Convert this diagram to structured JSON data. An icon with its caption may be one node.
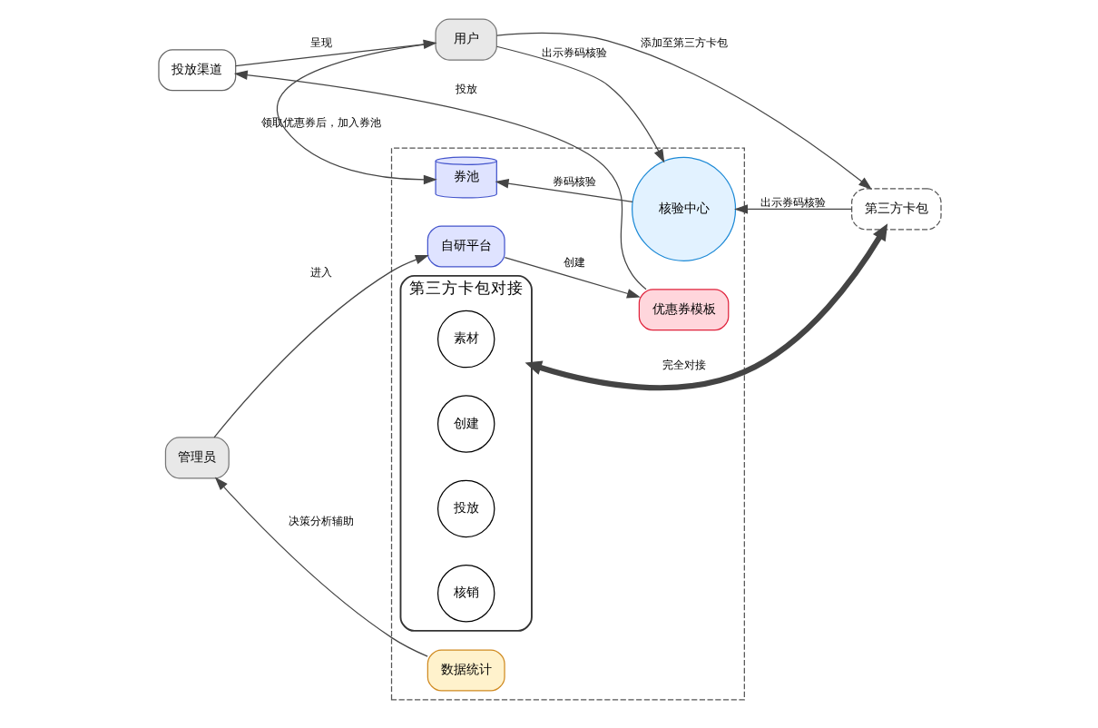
{
  "diagram": {
    "nodes": [
      {
        "text": [],
        "shape": "box"
      },
      {
        "text": [
          "管理员"
        ]
      },
      {
        "text": [
          "自研平台"
        ],
        "in": 0
      },
      {
        "text": [
          "优惠券模板"
        ],
        "in": 0
      },
      {
        "text": [
          "投放渠道"
        ]
      },
      {
        "text": [
          "用户"
        ]
      },
      {
        "text": [
          "券池"
        ],
        "in": 0
      },
      {
        "text": [
          "核验中心"
        ],
        "in": 0
      },
      {
        "text": [
          "数据统计"
        ],
        "in": 0
      },
      {
        "text": [
          "第三方卡包对接"
        ],
        "in": 0
      },
      {
        "text": [
          "素材"
        ],
        "in": 9
      },
      {
        "text": [
          "创建"
        ],
        "in": 9
      },
      {
        "text": [
          "投放"
        ],
        "in": 9
      },
      {
        "text": [
          "核销"
        ],
        "in": 9
      },
      {
        "text": [
          "第三方卡包"
        ]
      }
    ],
    "edges": [
      {
        "from": 1,
        "to": 2,
        "arrow": "to",
        "label": "进入"
      },
      {
        "from": 2,
        "to": 3,
        "arrow": "to",
        "label": "创建"
      },
      {
        "from": 3,
        "to": 4,
        "arrow": "to",
        "label": "投放"
      },
      {
        "from": 4,
        "to": 5,
        "arrow": "to",
        "label": "呈现"
      },
      {
        "from": 5,
        "to": 6,
        "arrow": "to",
        "label": "领取优惠券后，加入券池"
      },
      {
        "from": 5,
        "to": 7,
        "arrow": "to",
        "label": "出示券码核验"
      },
      {
        "from": 14,
        "to": 7,
        "arrow": "to",
        "label": "出示券码核验"
      },
      {
        "from": 7,
        "to": 6,
        "arrow": "to",
        "label": "券码核验"
      },
      {
        "from": 8,
        "to": 1,
        "arrow": "to",
        "label": "决策分析辅助"
      },
      {
        "from": 5,
        "to": 14,
        "arrow": "to",
        "label": "添加至第三方卡包"
      },
      {
        "from": 9,
        "to": 14,
        "arrow": "both",
        "label": "完全对接",
        "style": "thick"
      }
    ]
  }
}
